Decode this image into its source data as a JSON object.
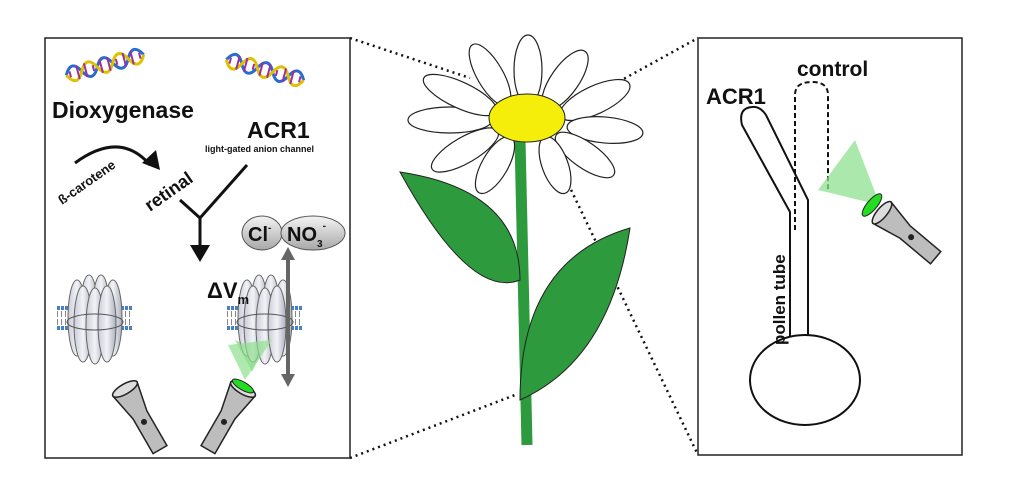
{
  "left_panel": {
    "gene1_label": "Dioxygenase",
    "gene2_label": "ACR1",
    "gene2_sublabel": "light-gated anion channel",
    "substrate_label": "ß-carotene",
    "product_label": "retinal",
    "ion1": {
      "base": "Cl",
      "sup": "-"
    },
    "ion2": {
      "base": "NO",
      "sub": "3",
      "sup": "-"
    },
    "voltage_label": {
      "base": "ΔV",
      "sub": "m"
    }
  },
  "right_panel": {
    "acr1_label": "ACR1",
    "control_label": "control",
    "pollen_tube_label": "pollen tube"
  },
  "colors": {
    "leaf": "#2e9a3e",
    "flower_center": "#f5ee0a",
    "light_beam": "#8fe08f",
    "lens": "#22dd22",
    "flashlight": "#bdbdbd"
  }
}
